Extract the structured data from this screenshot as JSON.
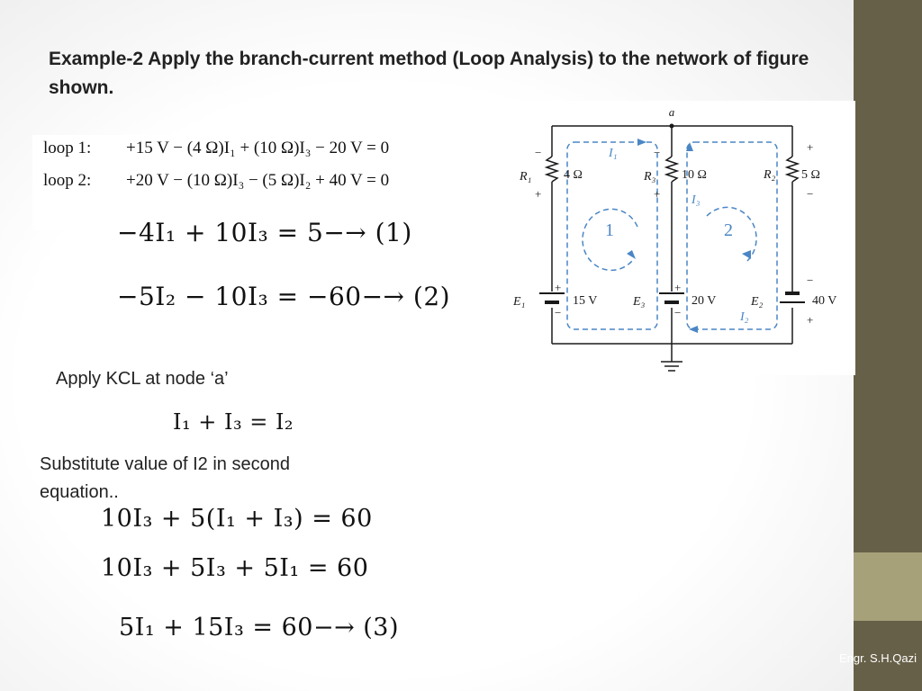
{
  "slide": {
    "title": "Example-2 Apply the branch-current method (Loop Analysis) to the network of figure shown.",
    "loop_equations": [
      {
        "name": "loop 1:",
        "equation": "+15 V − (4 Ω)I₁ + (10 Ω)I₃ − 20 V = 0"
      },
      {
        "name": "loop 2:",
        "equation": "+20 V − (10 Ω)I₃ − (5 Ω)I₂ + 40 V = 0"
      }
    ],
    "equation_1": "−4I₁ + 10I₃ = 5−→ (1)",
    "equation_2": "−5I₂ − 10I₃ = −60−→ (2)",
    "kcl_text": "Apply KCL at node ‘a’",
    "kcl_equation": "I₁ + I₃ = I₂",
    "substitute_text": "Substitute value of  I2 in second equation..",
    "sub_step_1": "10I₃ + 5(I₁ + I₃) = 60",
    "sub_step_2": "10I₃ + 5I₃ + 5I₁ = 60",
    "equation_3": "5I₁ + 15I₃ = 60−→ (3)",
    "footer": "Engr. S.H.Qazi"
  },
  "circuit": {
    "node_label": "a",
    "R1": {
      "name": "R₁",
      "value": "4 Ω"
    },
    "R3": {
      "name": "R₃",
      "value": "10 Ω"
    },
    "R2": {
      "name": "R₂",
      "value": "5 Ω"
    },
    "E1": {
      "name": "E₁",
      "value": "15 V"
    },
    "E3": {
      "name": "E₃",
      "value": "20 V"
    },
    "E2": {
      "name": "E₂",
      "value": "40 V"
    },
    "I1": "I₁",
    "I2": "I₂",
    "I3": "I₃",
    "loop1": "1",
    "loop2": "2",
    "plus": "+",
    "minus": "−",
    "wire_color": "#1a1a1a",
    "loop_color": "#4a86c5"
  },
  "theme": {
    "band_dark": "#676048",
    "band_light": "#a7a17a"
  }
}
